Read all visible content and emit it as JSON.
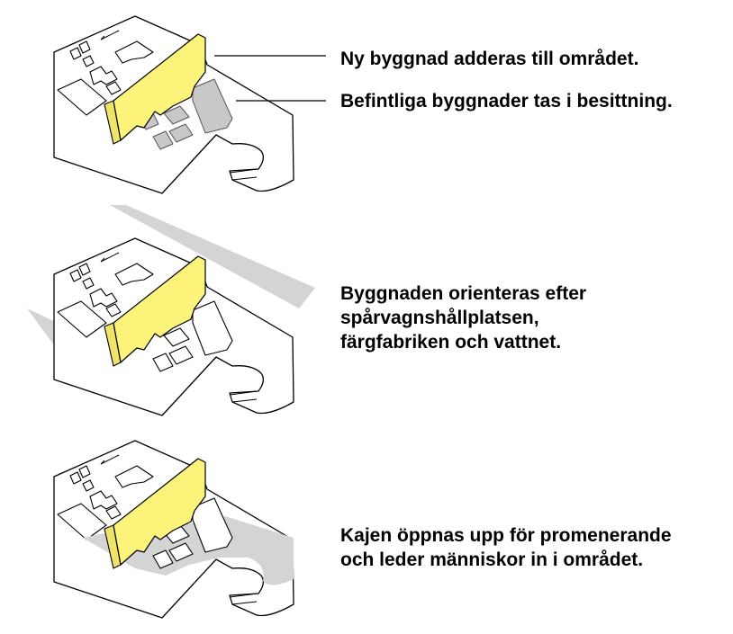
{
  "panels": [
    {
      "labels": [
        "Ny byggnad adderas till området.",
        "Befintliga byggnader tas i besittning."
      ]
    },
    {
      "labels": [
        "Byggnaden orienteras efter\nspårvagnshållplatsen,\nfärgfabriken och vattnet."
      ]
    },
    {
      "labels": [
        "Kajen öppnas upp för promenerande\noch leder människor in i området."
      ]
    }
  ],
  "colors": {
    "new_building": "#fcf37a",
    "existing_highlight": "#c8c8c8",
    "context_shading": "#d4d4d4",
    "line": "#000000"
  }
}
